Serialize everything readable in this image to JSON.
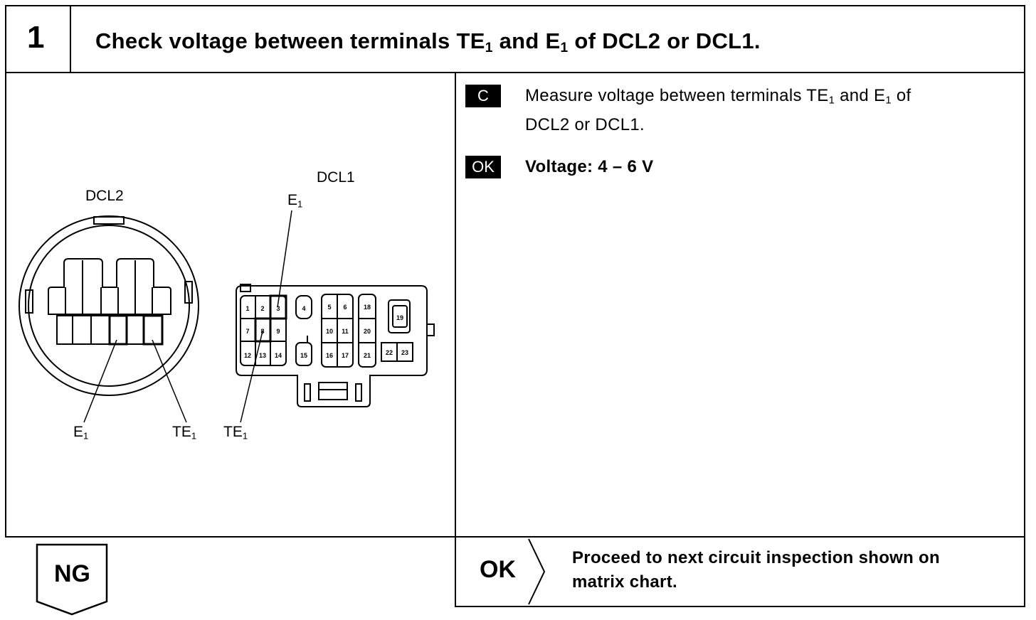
{
  "step": {
    "number": "1",
    "title_parts": [
      "Check voltage between terminals TE",
      "1",
      " and E",
      "1",
      " of DCL2 or DCL1."
    ]
  },
  "instruction": {
    "tag": "C",
    "text_parts": [
      "Measure voltage between terminals TE",
      "1",
      " and E",
      "1",
      " of",
      "DCL2 or DCL1."
    ]
  },
  "spec": {
    "tag": "OK",
    "text": "Voltage: 4 – 6 V"
  },
  "diagram": {
    "dcl2_label": "DCL2",
    "dcl1_label": "DCL1",
    "e1_main": "E",
    "e1_sub": "1",
    "te1_main": "TE",
    "te1_sub": "1",
    "terminals": [
      "1",
      "2",
      "3",
      "4",
      "5",
      "6",
      "18",
      "7",
      "8",
      "9",
      "10",
      "11",
      "20",
      "12",
      "13",
      "14",
      "15",
      "16",
      "17",
      "21",
      "19",
      "22",
      "23"
    ]
  },
  "ok_branch": {
    "label": "OK",
    "text_line1": "Proceed to next circuit inspection shown on",
    "text_line2": "matrix chart."
  },
  "ng_branch": {
    "label": "NG"
  }
}
